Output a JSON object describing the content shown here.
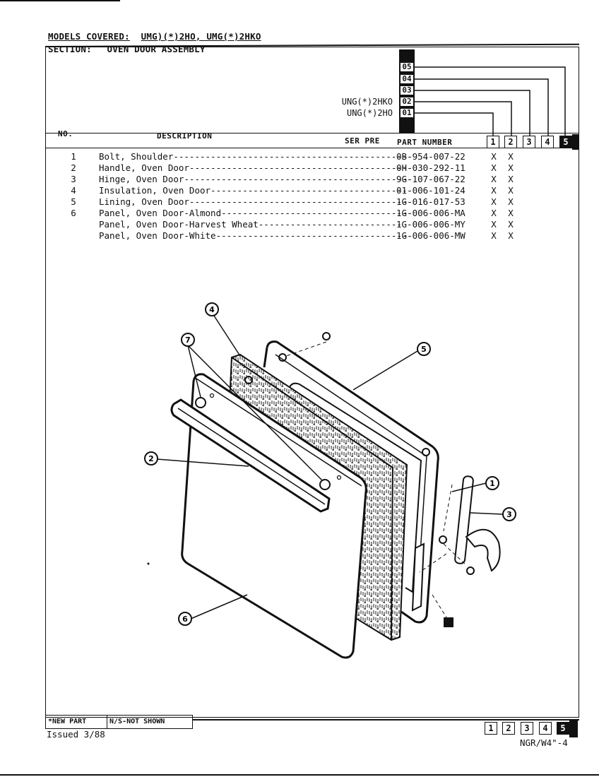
{
  "header": {
    "models_covered_label": "MODELS COVERED:",
    "models_covered_value": "UMG)(*)2HO, UMG(*)2HKO",
    "section_label": "SECTION:",
    "section_value": "OVEN DOOR ASSEMBLY"
  },
  "model_codes": [
    {
      "code": "05",
      "model": ""
    },
    {
      "code": "04",
      "model": ""
    },
    {
      "code": "03",
      "model": ""
    },
    {
      "code": "02",
      "model": "UNG(*)2HKO"
    },
    {
      "code": "01",
      "model": "UNG(*)2HO"
    }
  ],
  "columns": {
    "no": "NO.",
    "description": "DESCRIPTION",
    "ser_pre": "SER PRE",
    "part_number": "PART NUMBER",
    "model_cols": [
      "1",
      "2",
      "3",
      "4",
      "5"
    ]
  },
  "parts": [
    {
      "no": "1",
      "description": "Bolt, Shoulder---------------------------------------------",
      "part": "0B-954-007-22",
      "m1": "X",
      "m2": "X"
    },
    {
      "no": "2",
      "description": "Handle, Oven Door------------------------------------------",
      "part": "0H-030-292-11",
      "m1": "X",
      "m2": "X"
    },
    {
      "no": "3",
      "description": "Hinge, Oven Door-------------------------------------------",
      "part": "9G-107-067-22",
      "m1": "X",
      "m2": "X"
    },
    {
      "no": "4",
      "description": "Insulation, Oven Door--------------------------------------",
      "part": "01-006-101-24",
      "m1": "X",
      "m2": "X"
    },
    {
      "no": "5",
      "description": "Lining, Oven Door------------------------------------------",
      "part": "1G-016-017-53",
      "m1": "X",
      "m2": "X"
    },
    {
      "no": "6",
      "description": "Panel, Oven Door-Almond------------------------------------",
      "part": "1G-006-006-MA",
      "m1": "X",
      "m2": "X"
    },
    {
      "no": "",
      "description": "Panel, Oven Door-Harvest Wheat---------------------------",
      "part": "1G-006-006-MY",
      "m1": "X",
      "m2": "X"
    },
    {
      "no": "",
      "description": "Panel, Oven Door-White-------------------------------------",
      "part": "1G-006-006-MW",
      "m1": "X",
      "m2": "X"
    }
  ],
  "diagram": {
    "callouts": [
      "4",
      "7",
      "5",
      "2",
      "1",
      "3",
      "6"
    ]
  },
  "footer": {
    "new_part": "*NEW PART",
    "not_shown": "N/S-NOT SHOWN",
    "model_cols": [
      "1",
      "2",
      "3",
      "4",
      "5"
    ],
    "issued": "Issued 3/88",
    "doc_code": "NGR/W4\"-4"
  }
}
